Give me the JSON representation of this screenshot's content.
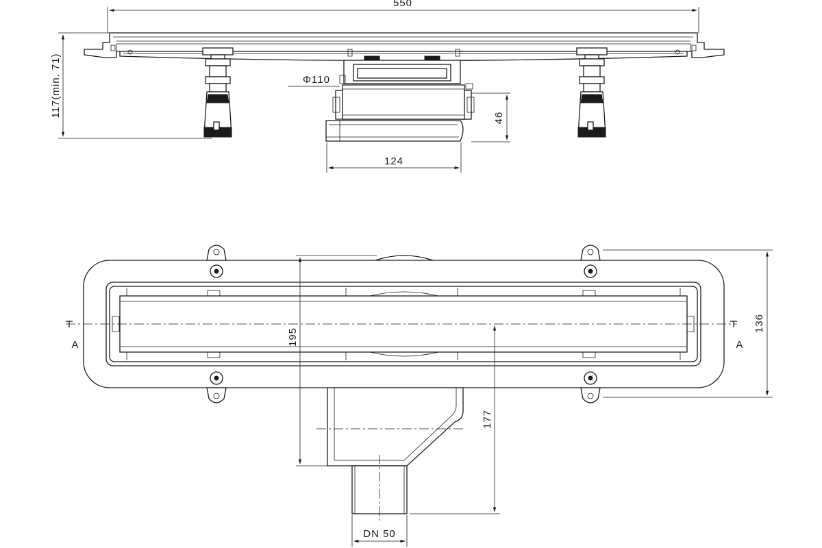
{
  "dimensions": {
    "overall_length": "550",
    "height": "117(min. 71)",
    "outlet_diameter": "Φ110",
    "outlet_height": "46",
    "outlet_width": "124",
    "plan_depth": "195",
    "frame_width": "136",
    "outlet_offset": "177",
    "pipe_size": "DN 50"
  },
  "section_marks": {
    "left": "A",
    "right": "A"
  }
}
